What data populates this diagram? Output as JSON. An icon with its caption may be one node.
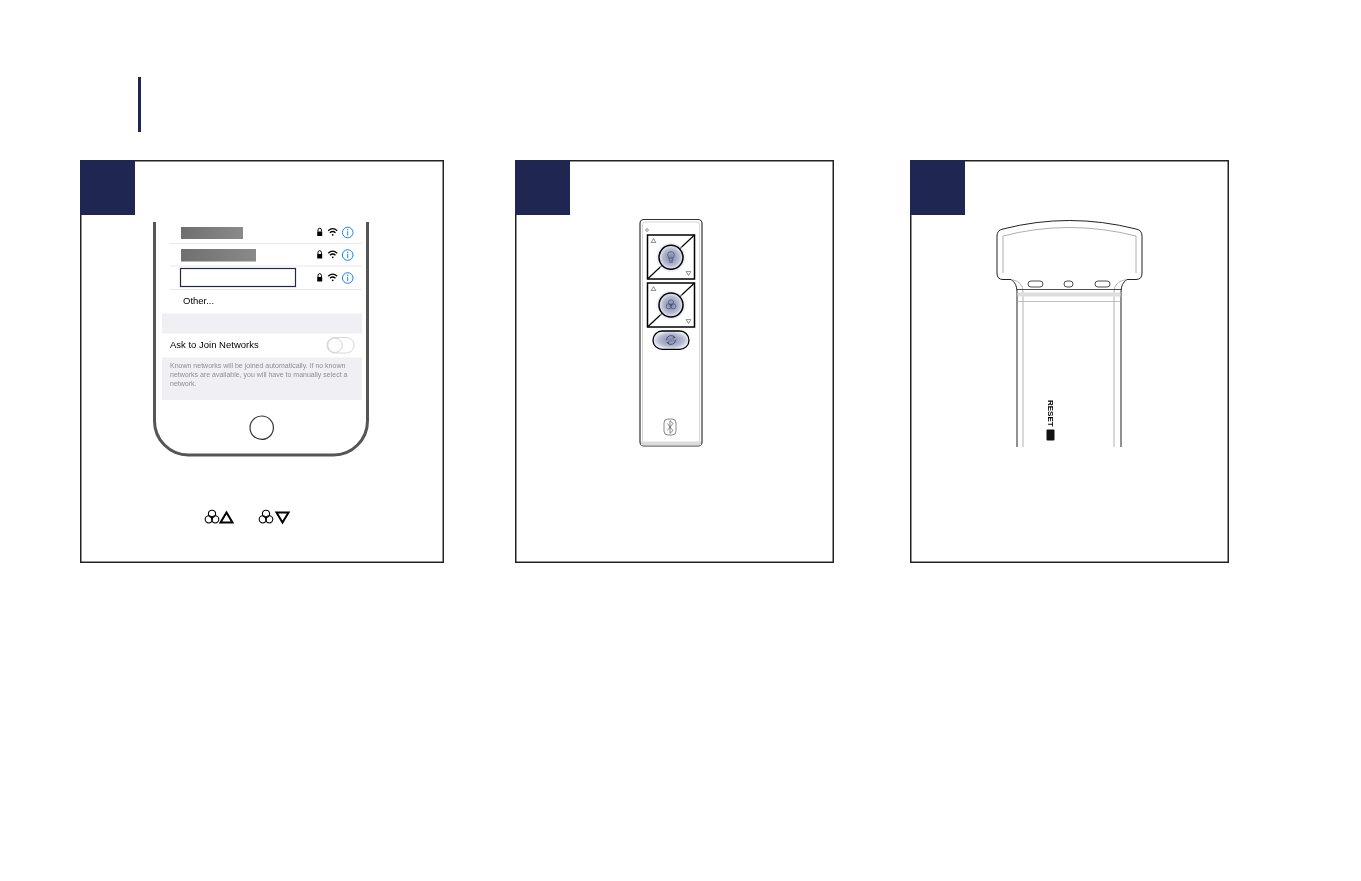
{
  "diagram": {
    "labels": [
      "Other...",
      "Ask to Join Networks",
      "Known networks will be joined automatically. If no known networks are available, you will have to manually select a network.",
      "RESET"
    ]
  }
}
